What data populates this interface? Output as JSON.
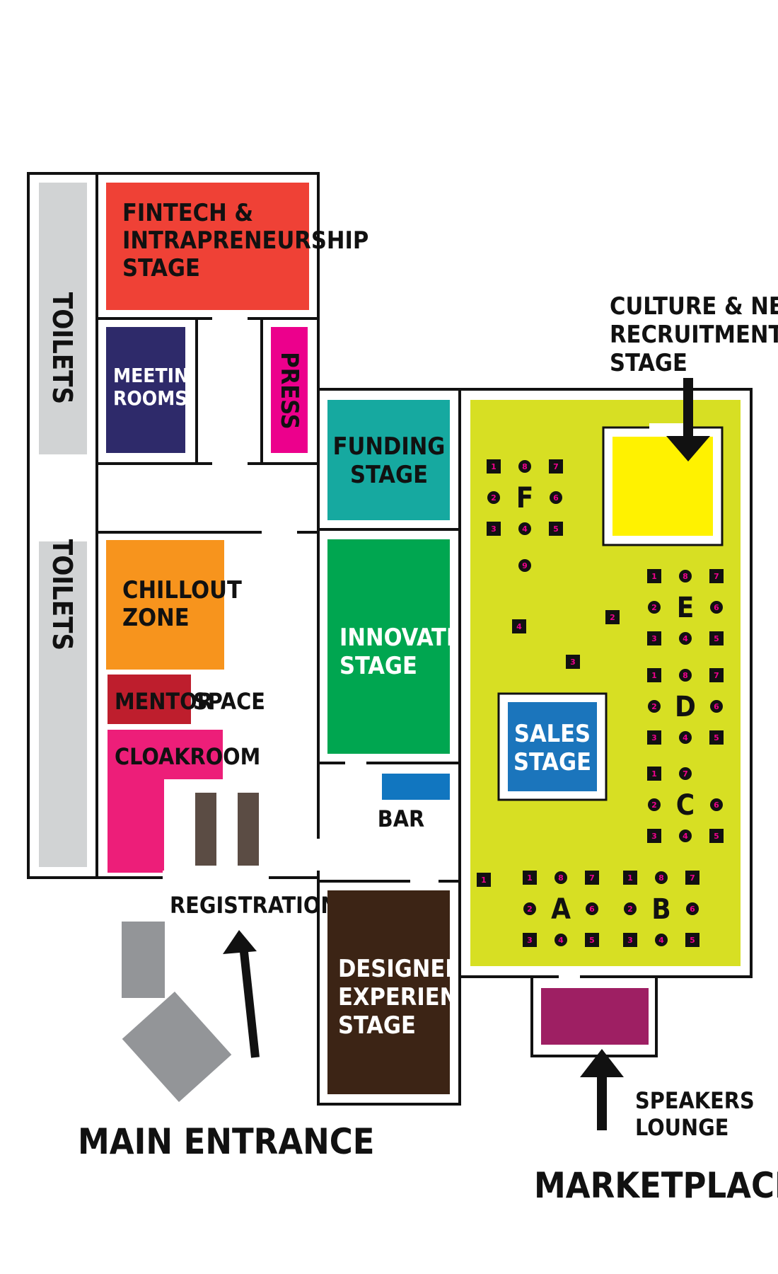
{
  "colors": {
    "fintech": "#ef4136",
    "meeting": "#2e2a6a",
    "press": "#ec008c",
    "funding": "#16a9a0",
    "innovation": "#00a650",
    "chillout": "#f7941d",
    "mentor": "#be1e2d",
    "cloakroom": "#ed1e79",
    "toilets": "#d1d3d4",
    "marketplace_floor": "#d7df23",
    "culture": "#fff200",
    "sales": "#1b75bc",
    "bar": "#1176c0",
    "designed": "#3c2415",
    "speakers": "#9e1f63",
    "entrance_block": "#939598",
    "registration_desk": "#5b4c44",
    "booth": "#111111",
    "booth_number": "#ec008c"
  },
  "labels": {
    "toilets_top": "TOILETS",
    "toilets_bottom": "TOILETS",
    "fintech": [
      "FINTECH &",
      "INTRAPRENEURSHIP",
      "STAGE"
    ],
    "meeting": [
      "MEETING",
      "ROOMS"
    ],
    "press": "PRESS",
    "funding": [
      "FUNDING",
      "STAGE"
    ],
    "innovation": [
      "INNOVATION",
      "STAGE"
    ],
    "chillout": [
      "CHILLOUT",
      "ZONE"
    ],
    "mentor": "MENTOR",
    "space": "SPACE",
    "cloakroom": "CLOAKROOM",
    "bar": "BAR",
    "registration": "REGISTRATION",
    "designed": [
      "DESIGNED",
      "EXPERIENCE",
      "STAGE"
    ],
    "sales": [
      "SALES",
      "STAGE"
    ],
    "culture": [
      "CULTURE & NEW",
      "RECRUITMENT",
      "STAGE"
    ],
    "speakers": [
      "SPEAKERS",
      "LOUNGE"
    ],
    "main_entrance": "MAIN ENTRANCE",
    "marketplace": "MARKETPLACE"
  },
  "booth_groups": [
    {
      "letter": "F",
      "booths": [
        "1",
        "8",
        "7",
        "2",
        "6",
        "3",
        "4",
        "5",
        "9"
      ]
    },
    {
      "letter": "E",
      "booths": [
        "1",
        "8",
        "7",
        "2",
        "6",
        "3",
        "4",
        "5"
      ]
    },
    {
      "letter": "D",
      "booths": [
        "1",
        "8",
        "7",
        "2",
        "6",
        "3",
        "4",
        "5"
      ]
    },
    {
      "letter": "C",
      "booths": [
        "1",
        "7",
        "6",
        "2",
        "3",
        "4",
        "5"
      ]
    },
    {
      "letter": "A",
      "booths": [
        "1",
        "8",
        "7",
        "2",
        "6",
        "3",
        "4",
        "5"
      ]
    },
    {
      "letter": "B",
      "booths": [
        "1",
        "8",
        "7",
        "2",
        "6",
        "3",
        "4",
        "5"
      ]
    }
  ],
  "loose_booths": [
    "4",
    "2",
    "3",
    "1"
  ]
}
